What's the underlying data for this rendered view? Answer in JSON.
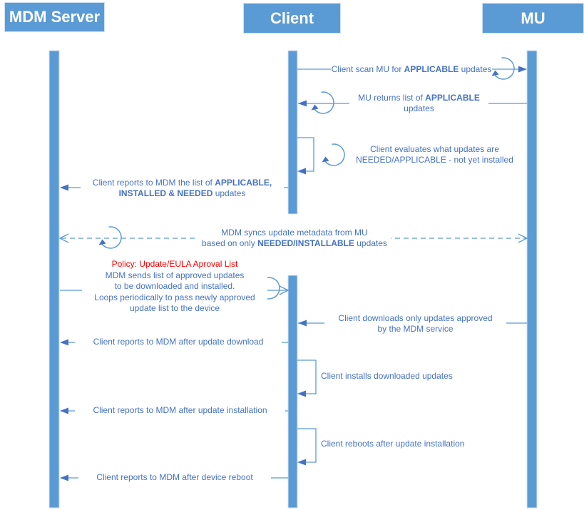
{
  "diagram_type": "uml-sequence-diagram",
  "colors": {
    "actor_fill": "#5B9BD5",
    "line_blue": "#5B9BD5",
    "text_blue": "#4472C4",
    "policy_red": "#FF0000",
    "header_text": "#FFFFFF"
  },
  "icons": {
    "loop": "circular-arrow-icon"
  },
  "actors": {
    "mdm": "MDM Server",
    "client": "Client",
    "mu": "MU"
  },
  "messages": {
    "m1": {
      "from": "Client",
      "to": "MU",
      "style": "solid",
      "pre": "Client scan MU for ",
      "bold": "APPLICABLE",
      "post": " updates"
    },
    "m2": {
      "from": "MU",
      "to": "Client",
      "style": "solid",
      "line1_pre": "MU returns list of ",
      "line1_bold": "APPLICABLE",
      "line2": "updates"
    },
    "m3": {
      "from": "Client",
      "to": "Client",
      "style": "self",
      "line1": "Client evaluates what updates are",
      "line2": "NEEDED/APPLICABLE - not yet installed"
    },
    "m4": {
      "from": "Client",
      "to": "MDM Server",
      "style": "solid",
      "line1_pre": "Client reports to MDM the list of ",
      "line1_bold": "APPLICABLE,",
      "line2_bold": "INSTALLED & NEEDED",
      "line2_post": " updates"
    },
    "m5": {
      "from": "MDM Server",
      "to": "MU",
      "style": "dashed-bidirectional",
      "line1": "MDM syncs update metadata from MU",
      "line2_pre": "based on only ",
      "line2_bold": "NEEDED/INSTALLABLE",
      "line2_post": " updates"
    },
    "m6": {
      "from": "MDM Server",
      "to": "Client",
      "style": "solid",
      "policy": "Policy: Update/EULA Aproval List",
      "line1": "MDM sends list of approved updates",
      "line2": "to be downloaded and installed.",
      "line3": "Loops periodically to pass newly approved",
      "line4": "update list to the device"
    },
    "m7": {
      "from": "MU",
      "to": "Client",
      "style": "solid",
      "line1": "Client downloads only updates approved",
      "line2": "by the MDM service"
    },
    "m8": {
      "from": "Client",
      "to": "MDM Server",
      "style": "solid",
      "text": "Client reports to MDM after update download"
    },
    "m9": {
      "from": "Client",
      "to": "Client",
      "style": "self",
      "text": "Client installs downloaded updates"
    },
    "m10": {
      "from": "Client",
      "to": "MDM Server",
      "style": "solid",
      "text": "Client reports to MDM after update installation"
    },
    "m11": {
      "from": "Client",
      "to": "Client",
      "style": "self",
      "text": "Client reboots after update installation"
    },
    "m12": {
      "from": "Client",
      "to": "MDM Server",
      "style": "solid",
      "text": "Client reports to MDM after device reboot"
    }
  }
}
